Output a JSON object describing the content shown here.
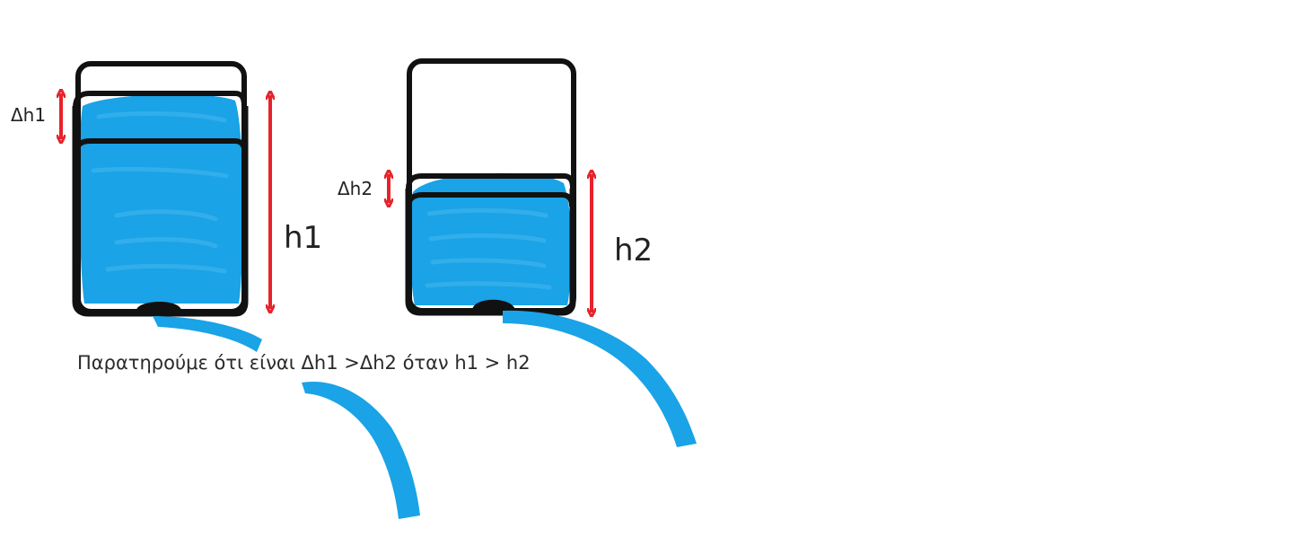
{
  "colors": {
    "water": "#1AA3E6",
    "water_stroke": "#3BB4EE",
    "outline": "#111111",
    "arrow": "#E8222A",
    "background": "#FFFFFF"
  },
  "left_container": {
    "delta_label": "Δh1",
    "height_label": "h1"
  },
  "right_container": {
    "delta_label": "Δh2",
    "height_label": "h2"
  },
  "caption": "Παρατηρούμε ότι είναι Δh1 >Δh2 όταν h1 > h2"
}
